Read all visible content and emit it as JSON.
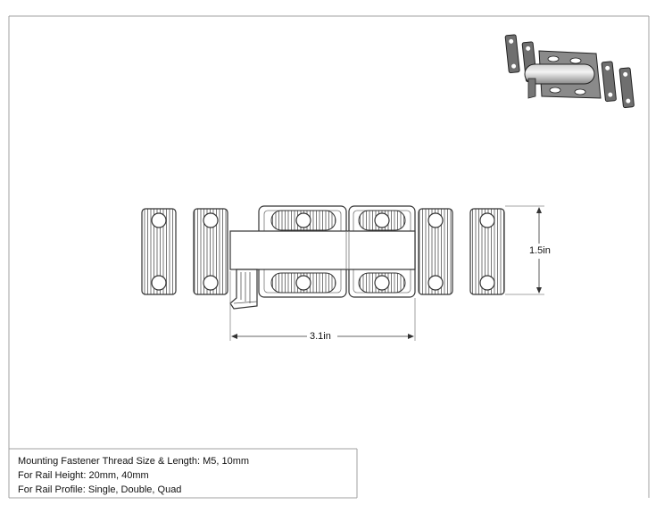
{
  "dimensions": {
    "width_label": "3.1in",
    "height_label": "1.5in"
  },
  "notes": [
    "Mounting Fastener Thread Size & Length: M5, 10mm",
    "For Rail Height: 20mm, 40mm",
    "For Rail Profile: Single, Double, Quad"
  ],
  "colors": {
    "line": "#333333",
    "light_line": "#9a9a9a",
    "frame": "#a0a0a0"
  }
}
